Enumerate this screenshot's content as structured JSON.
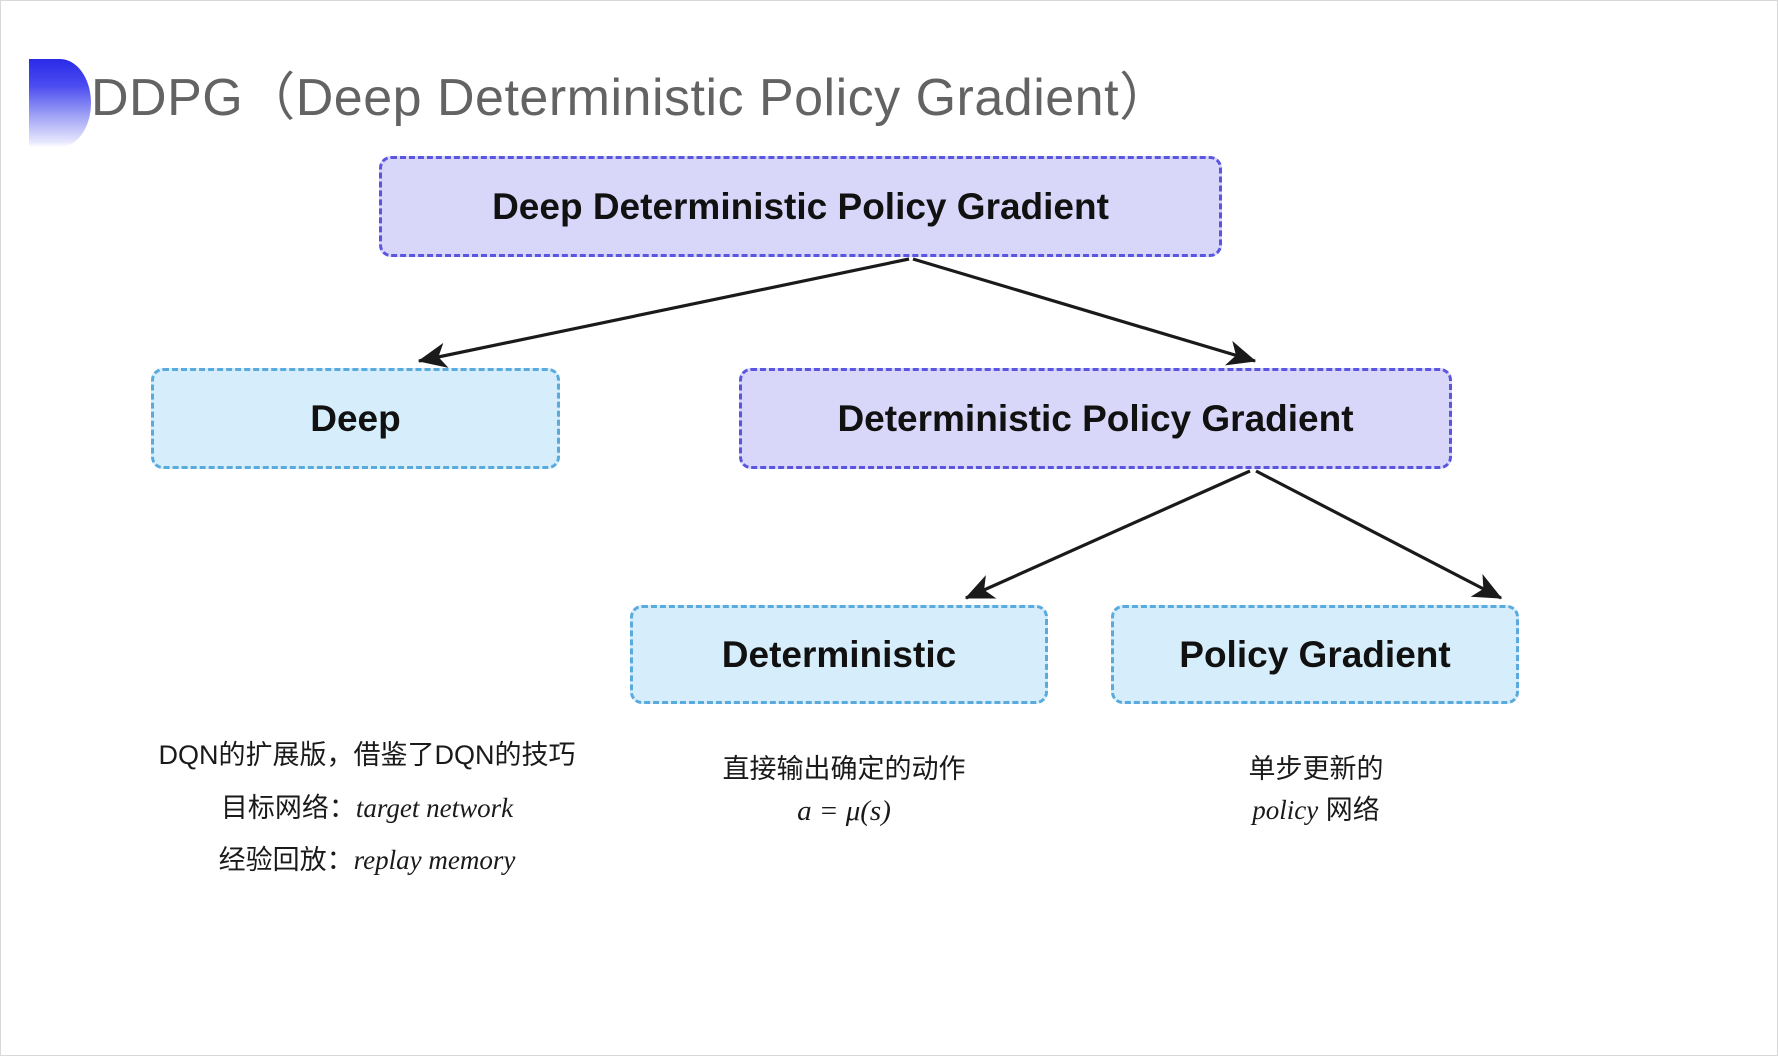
{
  "slide": {
    "title": "DDPG（Deep Deterministic Policy Gradient）",
    "accent_color": "#2a2ae8",
    "background": "#ffffff"
  },
  "diagram": {
    "type": "tree",
    "node_colors": {
      "purple_fill": "#d9d7f9",
      "purple_border": "#5b56e0",
      "blue_fill": "#d6eefb",
      "blue_border": "#5aaade",
      "arrow": "#1a1a1a"
    },
    "nodes": [
      {
        "id": "root",
        "label": "Deep Deterministic Policy Gradient",
        "style": "purple",
        "level": 0
      },
      {
        "id": "deep",
        "label": "Deep",
        "style": "blue",
        "level": 1
      },
      {
        "id": "dpg",
        "label": "Deterministic Policy Gradient",
        "style": "purple",
        "level": 1
      },
      {
        "id": "det",
        "label": "Deterministic",
        "style": "blue",
        "level": 2
      },
      {
        "id": "pg",
        "label": "Policy Gradient",
        "style": "blue",
        "level": 2
      }
    ],
    "edges": [
      {
        "from": "root",
        "to": "deep"
      },
      {
        "from": "root",
        "to": "dpg"
      },
      {
        "from": "dpg",
        "to": "det"
      },
      {
        "from": "dpg",
        "to": "pg"
      }
    ]
  },
  "captions": {
    "left": {
      "lines": [
        "DQN的扩展版，借鉴了DQN的技巧",
        "目标网络：",
        "经验回放："
      ],
      "emphasis": [
        "target network",
        "replay memory"
      ]
    },
    "middle": {
      "line1": "直接输出确定的动作",
      "formula": "a = μ(s)"
    },
    "right": {
      "line1": "单步更新的",
      "line2_em": "policy",
      "line2_rest": " 网络"
    }
  }
}
